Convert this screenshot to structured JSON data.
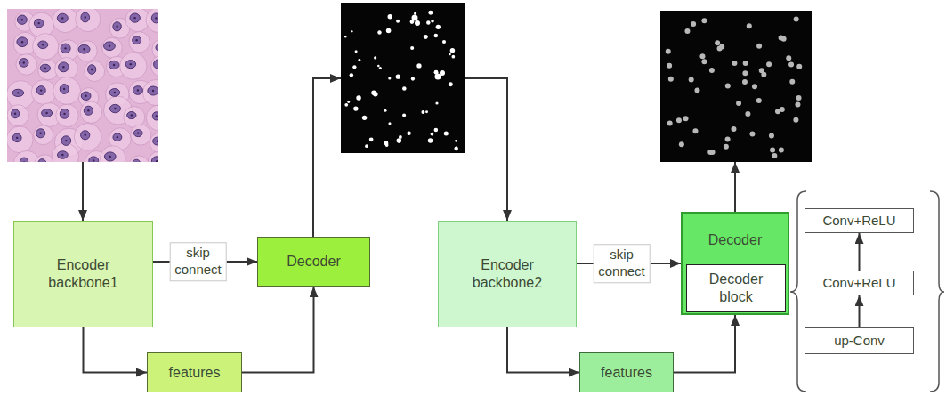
{
  "diagram": {
    "nodes": [
      {
        "text": [
          "Encoder backbone1"
        ]
      },
      {
        "text": [
          "Decoder"
        ]
      },
      {
        "text": [
          "features"
        ]
      },
      {
        "text": [
          "Encoder backbone2"
        ]
      },
      {
        "text": [
          "Decoder"
        ]
      },
      {
        "text": [
          "Decoder block"
        ],
        "in": 4
      },
      {
        "text": [
          "features"
        ]
      },
      {
        "text": [
          "Conv+ReLU"
        ]
      },
      {
        "text": [
          "Conv+ReLU"
        ]
      },
      {
        "text": [
          "up-Conv"
        ]
      }
    ],
    "edges": [
      {
        "from": 0,
        "to": 1,
        "label": "skip connect",
        "arrow": "to"
      },
      {
        "from": 0,
        "to": 2,
        "arrow": "to"
      },
      {
        "from": 2,
        "to": 1,
        "arrow": "to"
      },
      {
        "from": 3,
        "to": 4,
        "label": "skip connect",
        "arrow": "to"
      },
      {
        "from": 3,
        "to": 6,
        "arrow": "to"
      },
      {
        "from": 6,
        "to": 4,
        "arrow": "to"
      },
      {
        "from": 9,
        "to": 8,
        "arrow": "to"
      },
      {
        "from": 8,
        "to": 7,
        "arrow": "to"
      }
    ]
  }
}
